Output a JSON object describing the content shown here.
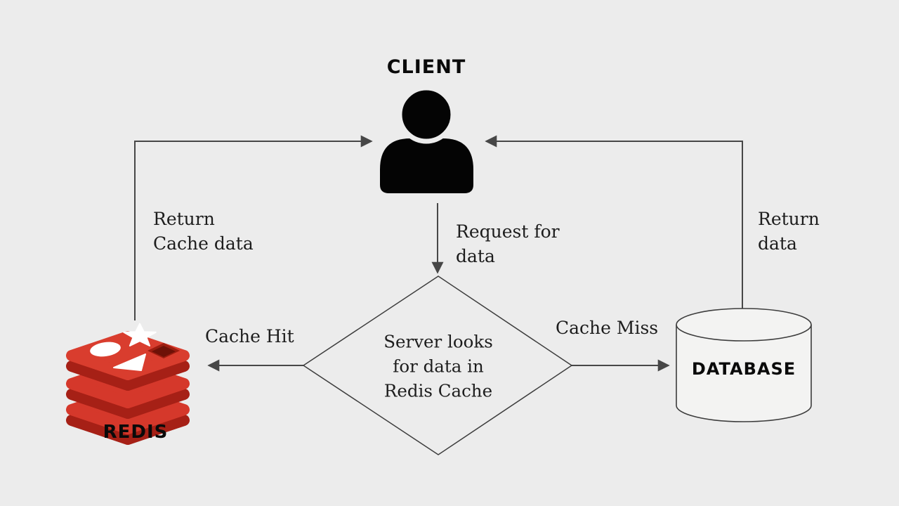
{
  "colors": {
    "bg": "#ececec",
    "line": "#474747",
    "ink": "#1d1d1d",
    "title": "#0a0a0a",
    "redis-red": "#d5382b",
    "redis-red-lite": "#d93d2e",
    "redis-dark": "#a62016",
    "redis-hole": "#9c1d10",
    "redis-hole-deep": "#6e1107",
    "cyl-fill": "#f3f3f2",
    "icon-black": "#040404"
  },
  "nodes": {
    "client": {
      "label": "CLIENT",
      "icon": "person-icon"
    },
    "decision": {
      "lines": [
        "Server looks",
        "for data in",
        "Redis Cache"
      ]
    },
    "redis": {
      "label": "REDIS",
      "icon": "redis-logo-icon"
    },
    "database": {
      "label": "DATABASE",
      "icon": "database-cylinder-icon"
    }
  },
  "edges": {
    "request_for_data": {
      "lines": [
        "Request for",
        "data"
      ]
    },
    "cache_hit": {
      "label": "Cache Hit"
    },
    "cache_miss": {
      "label": "Cache Miss"
    },
    "return_cache_data": {
      "lines": [
        "Return",
        "Cache data"
      ]
    },
    "return_data": {
      "lines": [
        "Return",
        "data"
      ]
    }
  }
}
